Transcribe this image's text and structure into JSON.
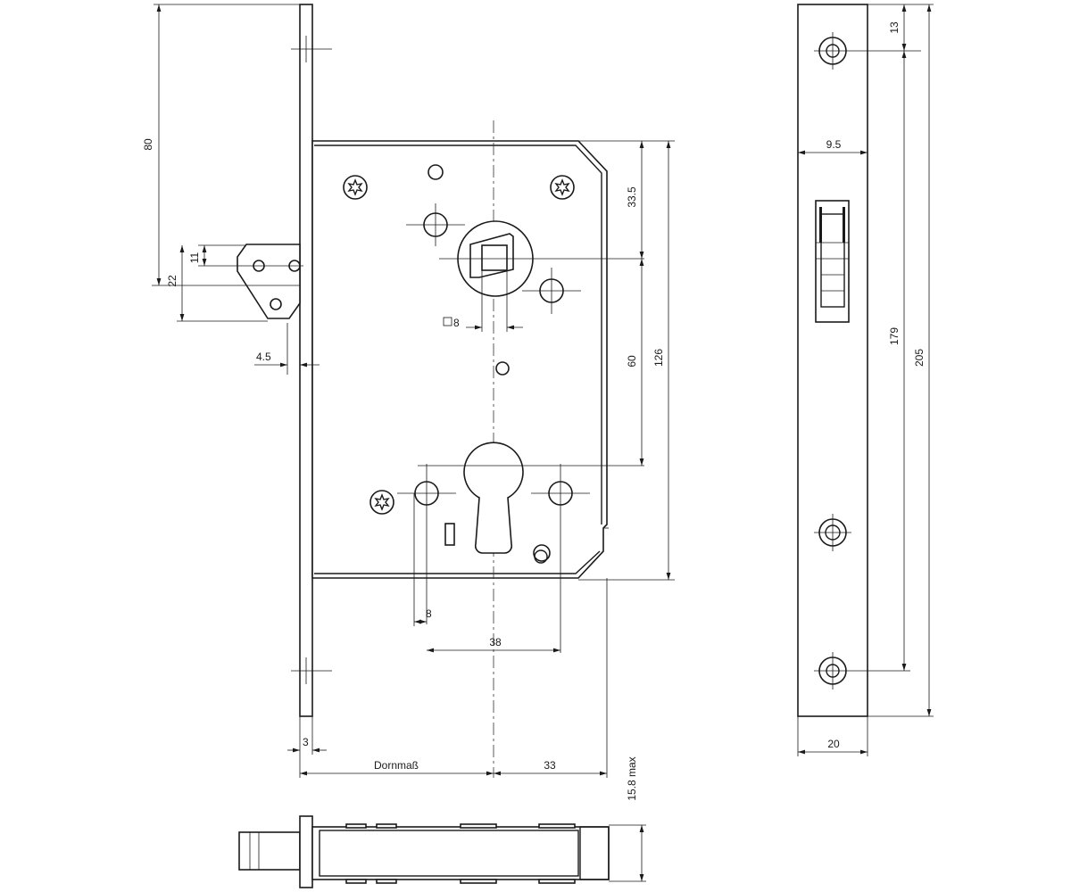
{
  "dimensions": {
    "d80": "80",
    "d11": "11",
    "d22": "22",
    "d4_5": "4.5",
    "d3": "3",
    "dornmass": "Dornmaß",
    "d33": "33",
    "d33_5": "33.5",
    "d60": "60",
    "d126": "126",
    "d8_square": "8",
    "d8": "8",
    "d38": "38",
    "d15_8max": "15.8 max",
    "d13": "13",
    "d9_5": "9.5",
    "d179": "179",
    "d205": "205",
    "d20": "20"
  },
  "colors": {
    "line": "#1a1a1a",
    "background": "#ffffff"
  }
}
